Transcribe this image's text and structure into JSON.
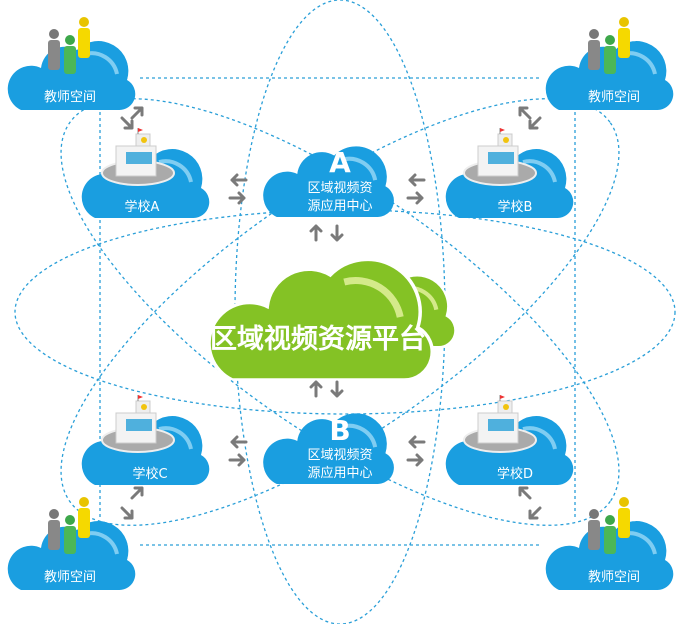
{
  "platform": {
    "label": "区域视频资源平台"
  },
  "centers": [
    {
      "letter": "A",
      "line1": "区域视频资",
      "line2": "源应用中心"
    },
    {
      "letter": "B",
      "line1": "区域视频资",
      "line2": "源应用中心"
    }
  ],
  "schools": [
    {
      "label": "学校A"
    },
    {
      "label": "学校B"
    },
    {
      "label": "学校C"
    },
    {
      "label": "学校D"
    }
  ],
  "teacher_spaces": [
    {
      "label": "教师空间"
    },
    {
      "label": "教师空间"
    },
    {
      "label": "教师空间"
    },
    {
      "label": "教师空间"
    }
  ],
  "colors": {
    "blue": "#1a9ee0",
    "green": "#84c225",
    "dotted": "#2a9fd8",
    "arrow": "#7a7a7a"
  }
}
